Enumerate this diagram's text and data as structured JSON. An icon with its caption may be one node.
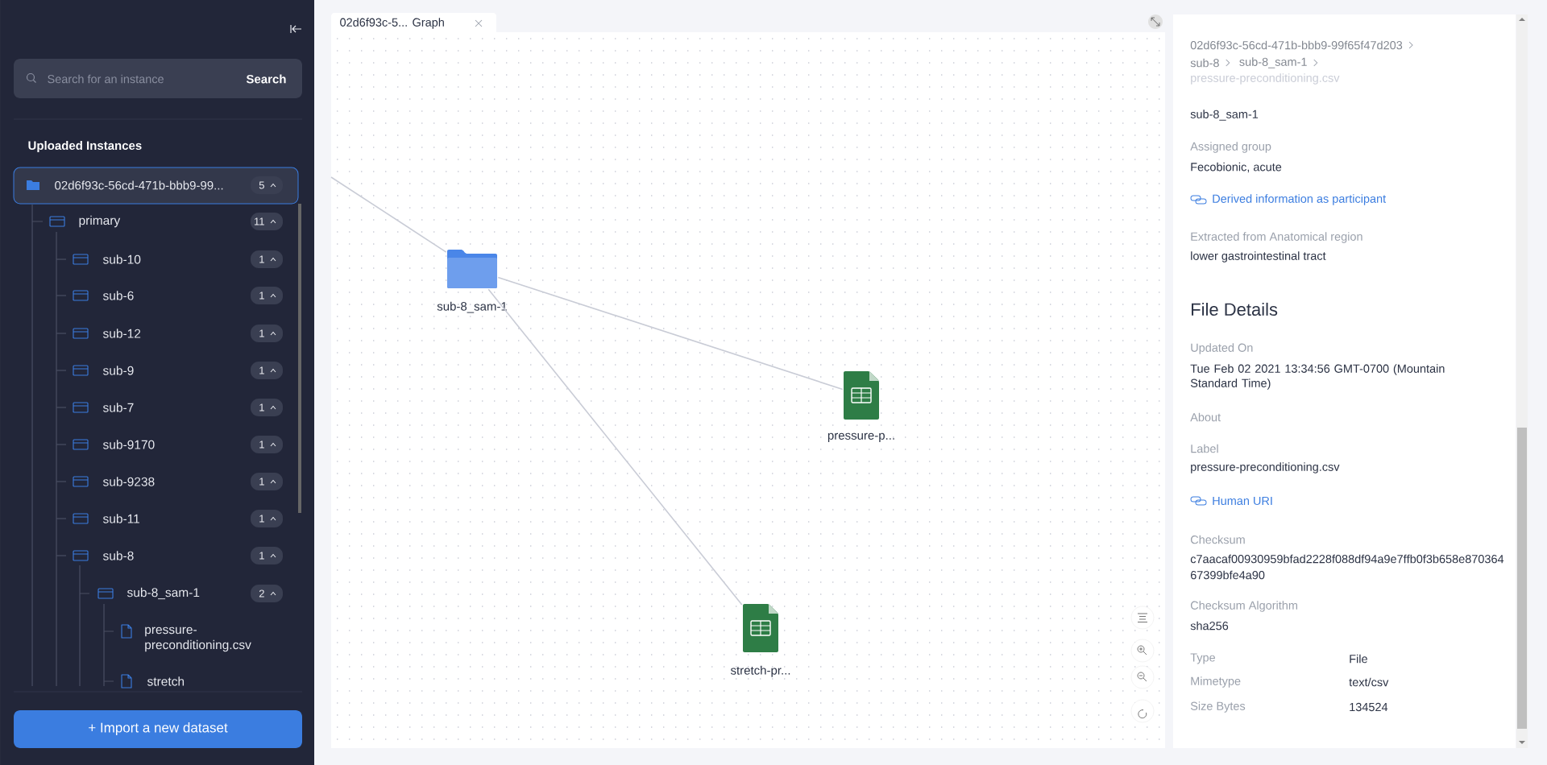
{
  "diagram": {
    "nodes": [
      {
        "text": [
          "sub-8_sam-1"
        ]
      },
      {
        "text": [
          "pressure-p..."
        ]
      },
      {
        "text": [
          "stretch-pr..."
        ]
      }
    ],
    "edges": [
      {
        "from": null,
        "to": 0,
        "arrow": "none"
      },
      {
        "from": 0,
        "to": 1,
        "arrow": "none"
      },
      {
        "from": 0,
        "to": 2,
        "arrow": "none"
      }
    ],
    "labels": [
      "Search for an instance",
      "Search",
      "Uploaded Instances",
      "02d6f93c-56cd-471b-bbb9-99...",
      "5",
      "primary",
      "11",
      "sub-10",
      "1",
      "sub-6",
      "1",
      "sub-12",
      "1",
      "sub-9",
      "1",
      "sub-7",
      "1",
      "sub-9170",
      "1",
      "sub-9238",
      "1",
      "sub-11",
      "1",
      "sub-8",
      "1",
      "sub-8_sam-1",
      "2",
      "pressure-preconditioning.csv",
      "stretch",
      "+ Import a new dataset",
      "02d6f93c-5... Graph",
      "02d6f93c-56cd-471b-bbb9-99f65f47d203",
      "sub-8",
      "sub-8_sam-1",
      "pressure-preconditioning.csv",
      "sub-8_sam-1",
      "Assigned group",
      "Fecobionic, acute",
      "Derived information as participant",
      "Extracted from Anatomical region",
      "lower gastrointestinal tract",
      "File Details",
      "Updated On",
      "Tue Feb 02 2021 13:34:56 GMT-0700 (Mountain Standard Time)",
      "About",
      "Label",
      "pressure-preconditioning.csv",
      "Human URI",
      "Checksum",
      "c7aacaf00930959bfad2228f088df94a9e7ffb0f3b658e87036467399bfe4a90",
      "Checksum Algorithm",
      "sha256",
      "Type",
      "File",
      "Mimetype",
      "text/csv",
      "Size Bytes",
      "134524"
    ]
  }
}
